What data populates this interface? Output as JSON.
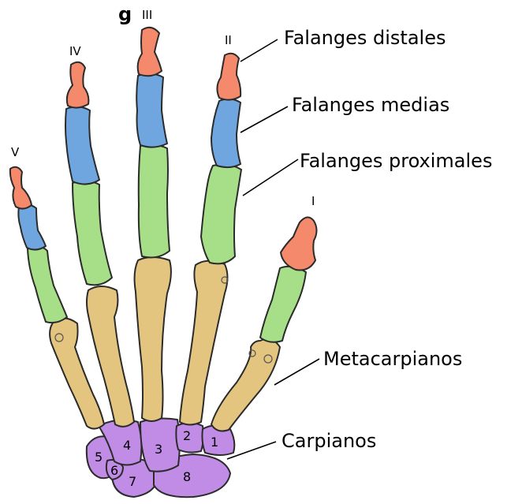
{
  "header_fragment": "g",
  "colors": {
    "distal": "#f5896c",
    "medial": "#6fa6df",
    "proximal": "#a7df88",
    "metacarpal": "#e4c580",
    "carpal": "#c08ce6"
  },
  "labels": {
    "distal": "Falanges distales",
    "medial": "Falanges medias",
    "proximal": "Falanges proximales",
    "metacarpal": "Metacarpianos",
    "carpal": "Carpianos"
  },
  "fingers": [
    "I",
    "II",
    "III",
    "IV",
    "V"
  ],
  "carpals": [
    "1",
    "2",
    "3",
    "4",
    "5",
    "6",
    "7",
    "8"
  ]
}
